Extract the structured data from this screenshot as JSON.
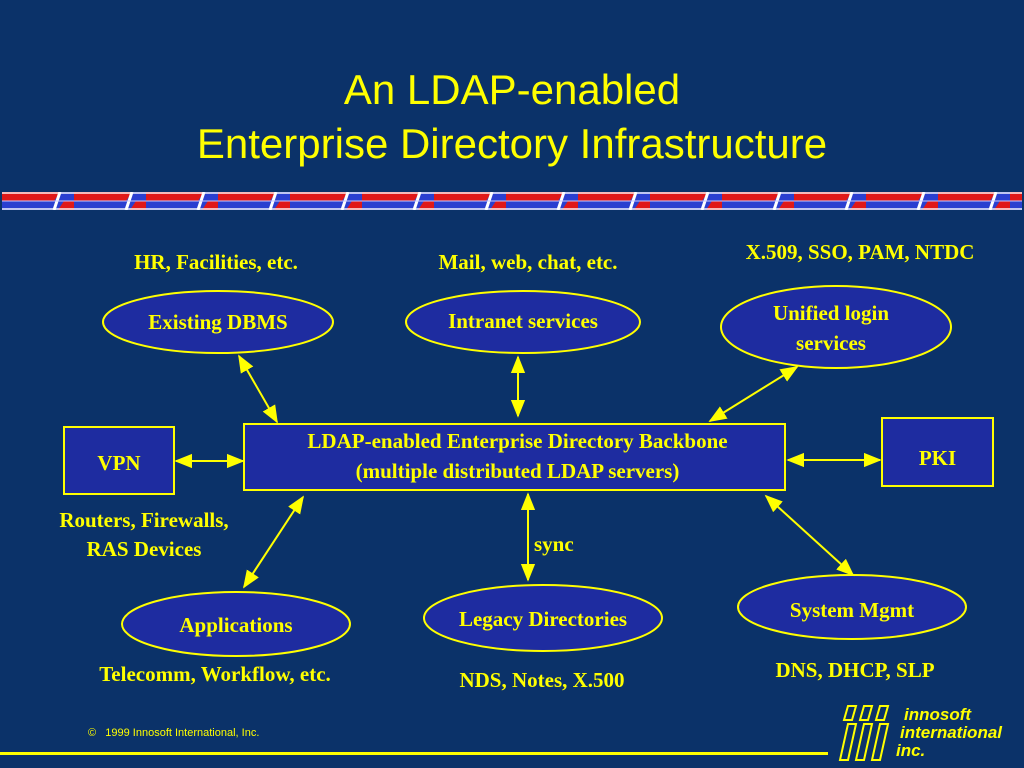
{
  "title": {
    "line1": "An LDAP-enabled",
    "line2": "Enterprise Directory Infrastructure"
  },
  "nodes": {
    "existing_dbms": {
      "label": "Existing DBMS",
      "caption": "HR, Facilities, etc."
    },
    "intranet_services": {
      "label": "Intranet services",
      "caption": "Mail, web, chat, etc."
    },
    "unified_login": {
      "label_line1": "Unified login",
      "label_line2": "services",
      "caption": "X.509, SSO, PAM, NTDC"
    },
    "vpn": {
      "label": "VPN",
      "caption_line1": "Routers, Firewalls,",
      "caption_line2": "RAS Devices"
    },
    "backbone": {
      "label_line1": "LDAP-enabled Enterprise Directory Backbone",
      "label_line2": "(multiple distributed LDAP servers)"
    },
    "pki": {
      "label": "PKI"
    },
    "applications": {
      "label": "Applications",
      "caption": "Telecomm, Workflow, etc."
    },
    "legacy_directories": {
      "label": "Legacy Directories",
      "caption": "NDS, Notes, X.500",
      "link_label": "sync"
    },
    "system_mgmt": {
      "label": "System Mgmt",
      "caption": "DNS, DHCP, SLP"
    }
  },
  "footer": {
    "copyright_symbol": "©",
    "copyright": "1999 Innosoft International, Inc.",
    "logo_line1": "innosoft",
    "logo_line2": "international",
    "logo_line3": "inc."
  },
  "colors": {
    "background": "#0b3269",
    "text": "#ffff00",
    "stroke": "#ffff00",
    "node_fill": "#1e2ca0",
    "divider_red": "#e01818",
    "divider_blue": "#2a3fd0"
  }
}
